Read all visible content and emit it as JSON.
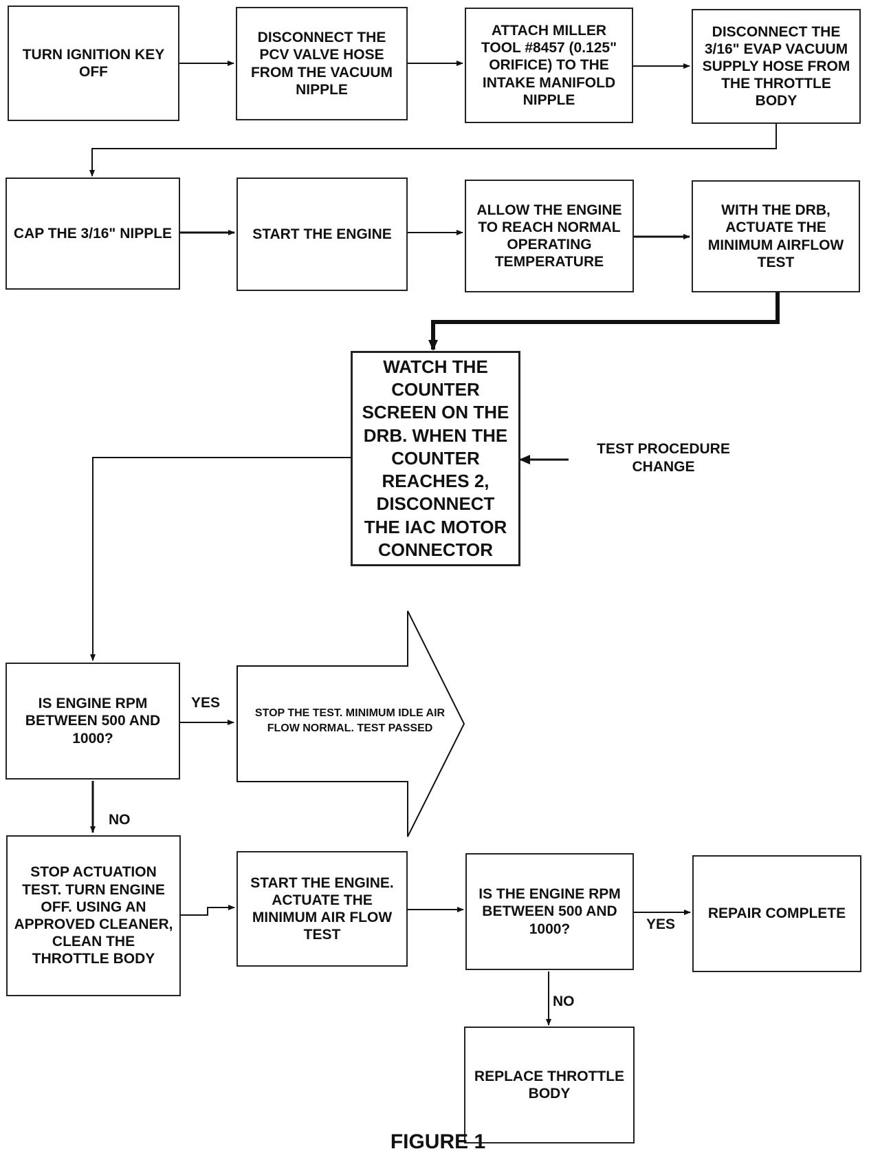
{
  "nodes": {
    "n1": "TURN IGNITION KEY OFF",
    "n2": "DISCONNECT THE PCV VALVE HOSE FROM THE VACUUM NIPPLE",
    "n3": "ATTACH MILLER TOOL #8457 (0.125\" ORIFICE) TO THE INTAKE MANIFOLD NIPPLE",
    "n4": "DISCONNECT THE 3/16\" EVAP VACUUM SUPPLY HOSE FROM THE THROTTLE BODY",
    "n5": "CAP THE 3/16\" NIPPLE",
    "n6": "START THE ENGINE",
    "n7": "ALLOW THE ENGINE TO REACH NORMAL OPERATING TEMPERATURE",
    "n8": "WITH THE DRB, ACTUATE THE MINIMUM AIRFLOW TEST",
    "n9": "WATCH THE COUNTER SCREEN ON THE DRB. WHEN THE COUNTER REACHES 2, DISCONNECT THE IAC MOTOR CONNECTOR",
    "n10": "IS ENGINE RPM BETWEEN 500 AND 1000?",
    "n11": "STOP THE TEST. MINIMUM IDLE AIR FLOW NORMAL. TEST PASSED",
    "n12": "STOP ACTUATION TEST. TURN ENGINE OFF. USING AN APPROVED CLEANER, CLEAN THE THROTTLE BODY",
    "n13": "START THE ENGINE. ACTUATE THE MINIMUM AIR FLOW TEST",
    "n14": "IS THE ENGINE RPM BETWEEN 500 AND 1000?",
    "n15": "REPAIR COMPLETE",
    "n16": "REPLACE THROTTLE BODY"
  },
  "labels": {
    "yes1": "YES",
    "no1": "NO",
    "yes2": "YES",
    "no2": "NO"
  },
  "note": "TEST PROCEDURE CHANGE",
  "caption": "FIGURE 1"
}
